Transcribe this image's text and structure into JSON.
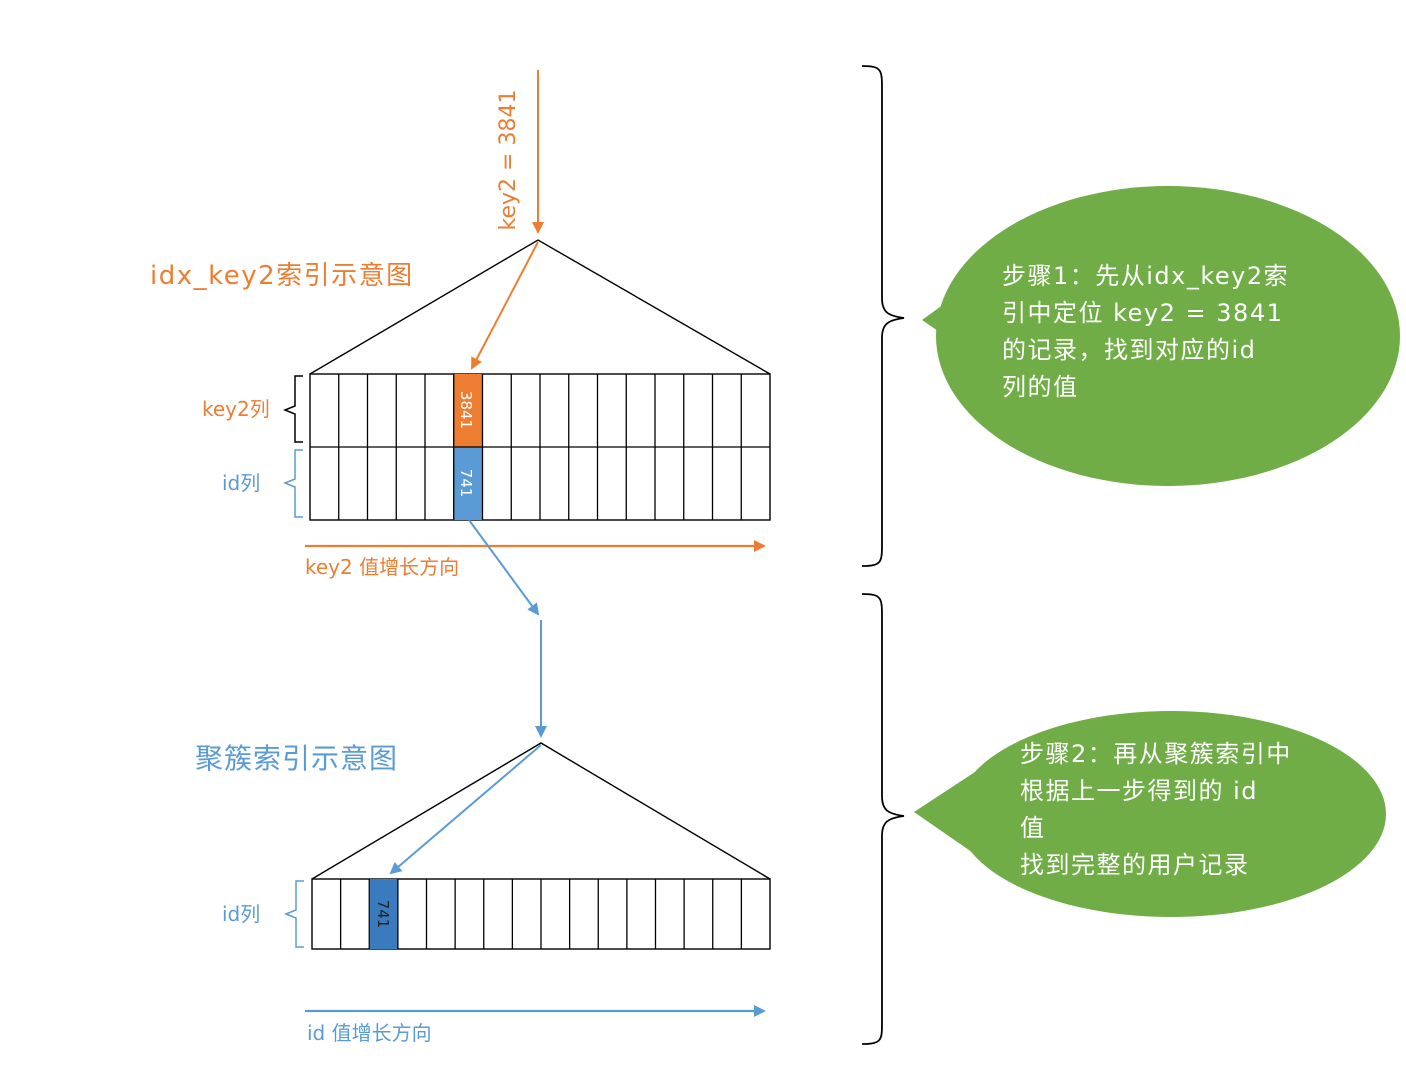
{
  "colors": {
    "orange": "#ED7D31",
    "blue": "#5B9BD5",
    "green": "#70AD47",
    "highlight_blue_dark": "#3A7ABF"
  },
  "top": {
    "arrow_label": "key2 = 3841",
    "title": "idx_key2索引示意图",
    "row_label_key2": "key2列",
    "row_label_id": "id列",
    "cell_key2": "3841",
    "cell_id": "741",
    "direction_label": "key2 值增长方向"
  },
  "bottom": {
    "title": "聚簇索引示意图",
    "row_label_id": "id列",
    "cell_id": "741",
    "direction_label": "id 值增长方向"
  },
  "step1": {
    "lines": [
      "步骤1：先从idx_key2索",
      "引中定位 key2 = 3841",
      "的记录，找到对应的id",
      "列的值"
    ]
  },
  "step2": {
    "lines": [
      "步骤2：再从聚簇索引中",
      "根据上一步得到的 id",
      "值",
      "找到完整的用户记录"
    ]
  }
}
